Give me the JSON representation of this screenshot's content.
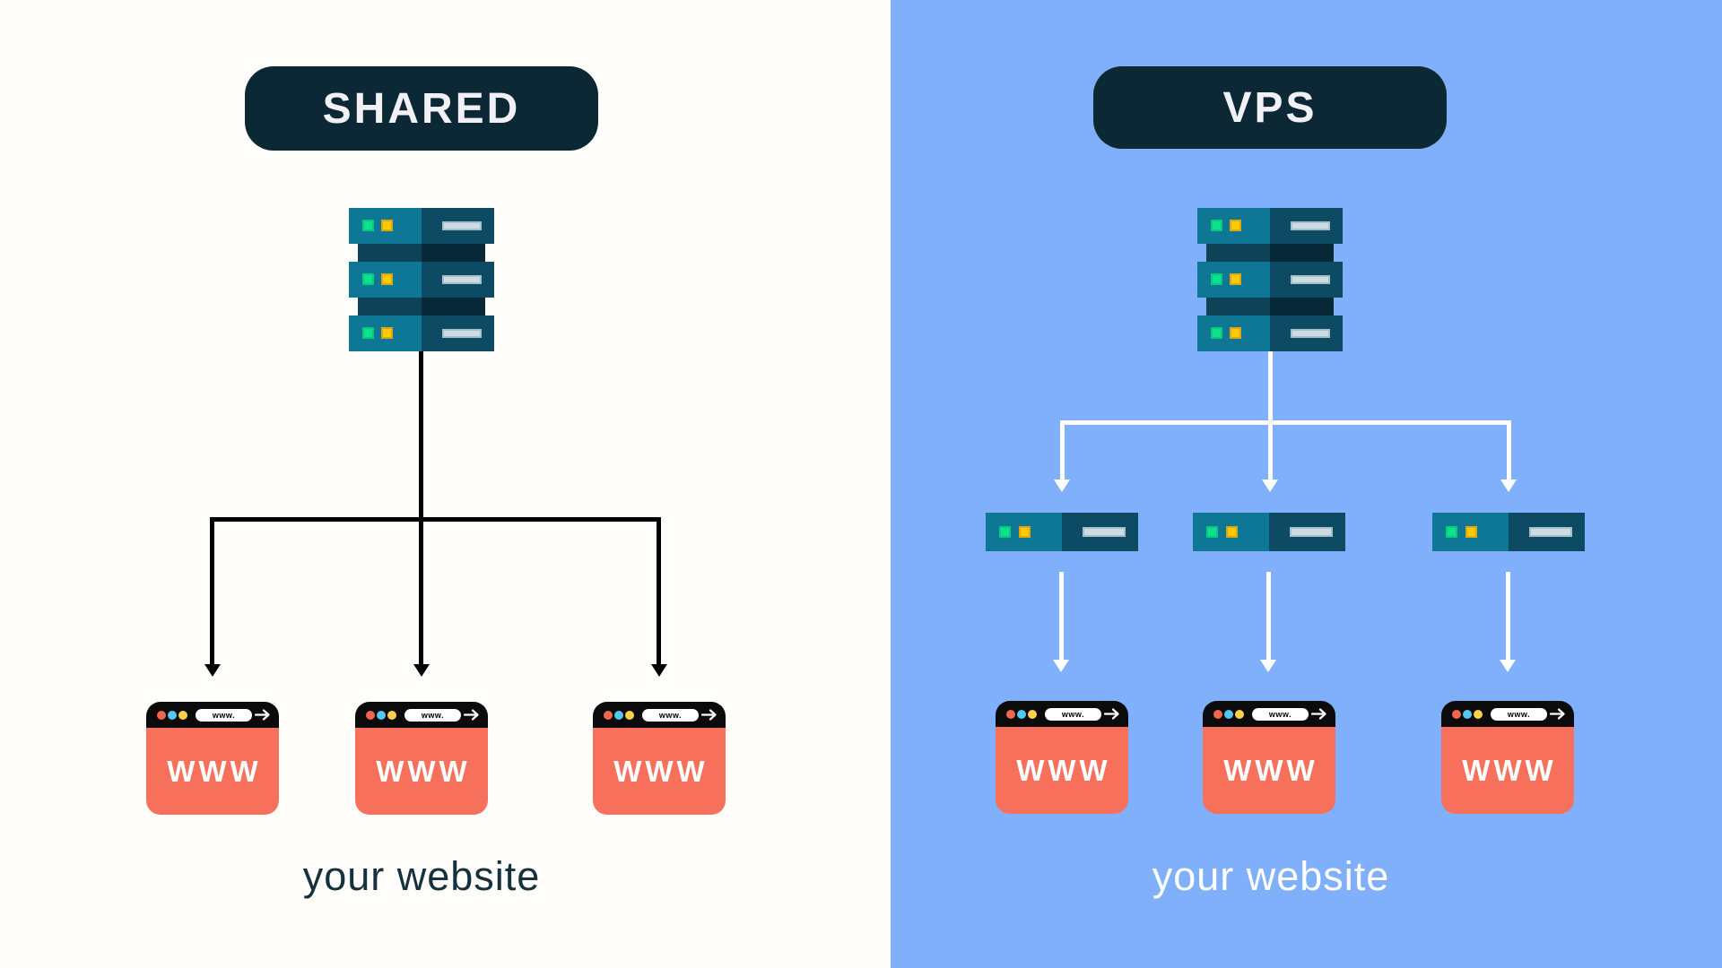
{
  "colors": {
    "left_bg": "#fffefa",
    "right_bg": "#80b0fb",
    "badge_bg": "#0c2834",
    "badge_text": "#f2f0f7",
    "server_light": "#0d7795",
    "server_dark": "#0d4a63",
    "connector_light": "#0d4257",
    "connector_dark": "#082938",
    "led_green": "#0ce28c",
    "led_green_border": "#0bc87f",
    "led_yellow": "#fdca06",
    "led_yellow_border": "#e0a50f",
    "drive_bar": "#ccdce1",
    "drive_bar_border": "#a5c0c9",
    "browser_body": "#f6705b",
    "browser_bar": "#0b0b0b",
    "dot_red": "#f4654e",
    "dot_blue": "#53c6f1",
    "dot_yellow": "#fdd04b",
    "line_left": "#000000",
    "line_right": "#ffffff",
    "caption_left": "#14313d",
    "caption_right": "#ffffff"
  },
  "left": {
    "badge": "SHARED",
    "caption": "your website",
    "browsers": [
      {
        "url": "www.",
        "label": "WWW"
      },
      {
        "url": "www.",
        "label": "WWW"
      },
      {
        "url": "www.",
        "label": "WWW"
      }
    ]
  },
  "right": {
    "badge": "VPS",
    "caption": "your website",
    "browsers": [
      {
        "url": "www.",
        "label": "WWW"
      },
      {
        "url": "www.",
        "label": "WWW"
      },
      {
        "url": "www.",
        "label": "WWW"
      }
    ]
  }
}
